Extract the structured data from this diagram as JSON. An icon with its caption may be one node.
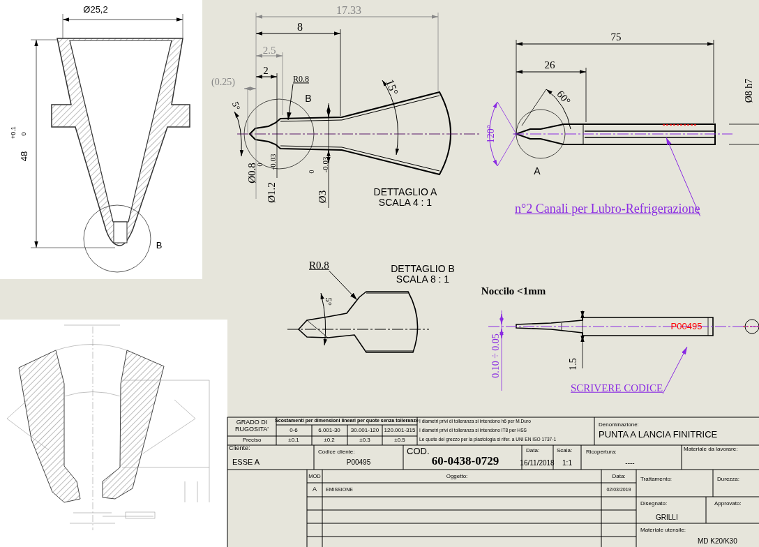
{
  "diagram": {
    "nodes": [
      {
        "text": [
          "n°2 Canali per Lubro-Refrigerazione"
        ]
      },
      {
        "text": [
          "SCRIVERE CODICE"
        ]
      },
      {
        "text": [
          "R0.8"
        ]
      },
      {
        "text": [
          "R0.8"
        ]
      },
      {
        "text": [],
        "shape": "picture"
      },
      {
        "text": [],
        "shape": "picture"
      },
      {
        "text": [],
        "shape": "picture"
      },
      {
        "text": [],
        "shape": "picture"
      }
    ],
    "edges": [
      {
        "from": 0,
        "to": 5,
        "arrow": "to",
        "color": "#8a2be2"
      },
      {
        "from": 1,
        "to": 7,
        "arrow": "to",
        "color": "#8a2be2"
      },
      {
        "from": 2,
        "to": 4,
        "arrow": "to",
        "color": "#000000"
      },
      {
        "from": 3,
        "to": 6,
        "arrow": "to",
        "color": "#000000"
      }
    ],
    "labels": [
      "Ø25,2",
      "48",
      "+0.1",
      "0",
      "B",
      "17.33",
      "8",
      "2.5",
      "2",
      "(0.25)",
      "B",
      "5°",
      "15°",
      "Ø0.8",
      "Ø1.2",
      "0",
      "-0.03",
      "Ø3",
      "0",
      "-0.03",
      "DETTAGLIO A SCALA 4 : 1",
      "75",
      "26",
      "60°",
      "120°",
      "A",
      "Ø8 h7",
      "DETTAGLIO B SCALA 8 : 1",
      "5°",
      "Noccilo <1mm",
      "0.10 ÷ 0.05",
      "P00495",
      "1.5",
      "GRADO DI RUGOSITA'",
      "Scostamenti per dimensioni lineari per quote senza tolleranze",
      "0-6",
      "6.001-30",
      "30.001-120",
      "120.001-315",
      "Preciso",
      "±0.1",
      "±0.2",
      "±0.3",
      "±0.5",
      "I diametri privi di tolleranza si intendono h6 per M.Duro",
      "I diametri privi di tolleranza si intendono IT8 per HSS",
      "Le quote del grezzo per la plastologia si rifer. a UNI EN ISO 1737-1",
      "Denominazione:",
      "PUNTA A LANCIA FINITRICE",
      "Cliente:",
      "ESSE A",
      "Codice cliente:",
      "P00495",
      "COD.",
      "60-0438-0729",
      "Data:",
      "16/11/2018",
      "Scala:",
      "1:1",
      "Ricopertura:",
      "----",
      "Materiale da lavorare:",
      "MOD",
      "Oggetto:",
      "Data:",
      "Trattamento:",
      "Durezza:",
      "A",
      "EMISSIONE",
      "02/03/2019",
      "Disegnato:",
      "GRILLI",
      "Approvato:",
      "Materiale utensile:",
      "MD K20/K30"
    ]
  }
}
